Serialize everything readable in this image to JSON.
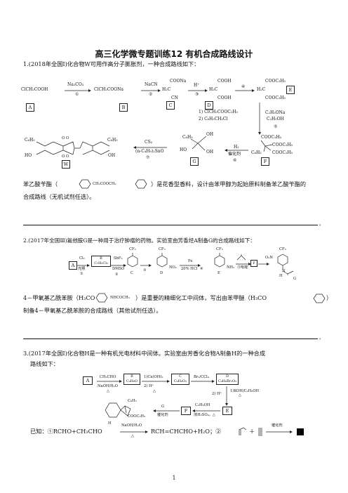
{
  "title": "高三化学微专题训练12 有机合成路线设计",
  "q1": {
    "stem": "1.(2018年全国Ⅰ)化合物W可用作高分子膨胀剂，一种合成路线如下：",
    "scheme": {
      "s1": "ClCH₂COOH",
      "r1": "Na₂CO₃",
      "n1": "①",
      "s2": "ClCH₂COONa",
      "r2": "NaCN",
      "n2": "②",
      "s3a": "COONa",
      "s3b": "H₂C",
      "s3c": "CN",
      "r3": "H⁺",
      "n3": "③",
      "s4a": "COOH",
      "s4b": "H₂C",
      "s4c": "COOH",
      "n4": "④",
      "s5a": "COOC₂H₅",
      "s5b": "H₂C",
      "s5c": "COOC₂H₅",
      "labA": "A",
      "labB": "B",
      "labC": "C",
      "labD": "D",
      "labE": "E",
      "r5a": "1) ClCH₂COOC₂H₅",
      "r5b": "2) C₆H₅CH₂Cl",
      "r5c": "C₂H₅ONa",
      "r5d": "C₂H₅OH",
      "n5": "⑤",
      "labF": "F",
      "f1": "COOC₂H₅",
      "f2": "COOC₂H₅",
      "f3": "C₆H₅",
      "f4": "COOC₂H₅",
      "r6a": "H₂",
      "r6b": "催化剂",
      "n6": "⑥",
      "labG": "G",
      "g1": "C₆H₅",
      "g2": "OH",
      "g3": "HO",
      "g4": "OH",
      "r7a": "CS₂",
      "r7b": "(n-C₄H₉)₂SnO",
      "n7": "⑦",
      "labW": "W",
      "w1": "C₆H₅",
      "w2": "C₆H₅",
      "w3": "HO",
      "w4": "OH",
      "w5": "O O",
      "w6": "O O"
    },
    "text1": "苯乙酸苄酯（",
    "text_struct": "CH₂COOCH₂",
    "text2": "）是花香型香料，设计由苯甲醇为起始原料制备苯乙酸苄酯的",
    "text3": "合成路线（无机试剂任选）。",
    "dot": "。"
  },
  "q2": {
    "stem": "2.(2017年全国Ⅲ)氟他胺G是一种用于治疗肿瘤的药物。实验室由芳香烃A制备G的合成路线如下：",
    "scheme": {
      "labA": "A",
      "r1a": "Cl₂",
      "r1b": "光照",
      "n1": "①",
      "labB": "B",
      "b1": "C₇H₅Cl₃",
      "r2a": "SbF₃",
      "r2b": "DMSO",
      "n2": "②",
      "labC": "C",
      "c1": "CF₃",
      "n3": "③",
      "d1": "CF₃",
      "d2": "NO₂",
      "labD": "D",
      "r4a": "Fe",
      "r4b": "20% HCl",
      "n4": "④",
      "e1": "CF₃",
      "e2": "NH₂",
      "labE": "E",
      "r5b": "⑤吡啶",
      "labF": "F",
      "g1": "CF₃",
      "g2": "O₂N",
      "g3": "H",
      "g4": "N",
      "labG": "G"
    },
    "text1": "4－甲氧基乙酰苯胺（H₃CO",
    "text_struct": "NHCOCH₃",
    "text2": "）是重要的精细化工中间体，写出由苯甲醚（H₃CO",
    "text3": "）",
    "text4": "制备4－甲氧基乙酰苯胺的合成路线（其他试剂任选）。",
    "dot": "。"
  },
  "q3": {
    "stem1": "3.(2017年全国Ⅰ)化合物H是一种有机光电材料中间体。实验室由芳香化合物A制备H的一种合成",
    "stem2": "路线如下：",
    "scheme": {
      "labA": "A",
      "r1a": "CH₃CHO",
      "r1b": "NaOH/H₂O",
      "r1c": "△",
      "labB": "B",
      "b1": "C₉H₈O",
      "r2a": "1)Cu(OH)₂",
      "r2b": "2) H⁺",
      "r2c": "△",
      "labC": "C",
      "c1": "C₉H₈O₂",
      "r3": "Br₂/CCl₄",
      "labD": "D",
      "d1": "C₉H₈Br₂O₂",
      "r4a": "1)KOH/C₂H₅OH",
      "r4b": "△",
      "r4c": "2) H⁺",
      "labE": "E",
      "r5a": "C₂H₅OH",
      "r5b": "浓H₂SO₄，△",
      "labF": "F",
      "r6a": "G",
      "r6b": "催化剂",
      "h1": "C₆H₅",
      "h2": "COOC₂H₅",
      "labH": "H"
    },
    "known": "已知：①RCHO+CH₃CHO",
    "known_r1": "NaOH/H₂O",
    "known_r2": "△",
    "known2": "RCH=CHCHO+H₂O；②",
    "known3": "＋",
    "known_r3": "催化剂"
  },
  "page_number": "1"
}
